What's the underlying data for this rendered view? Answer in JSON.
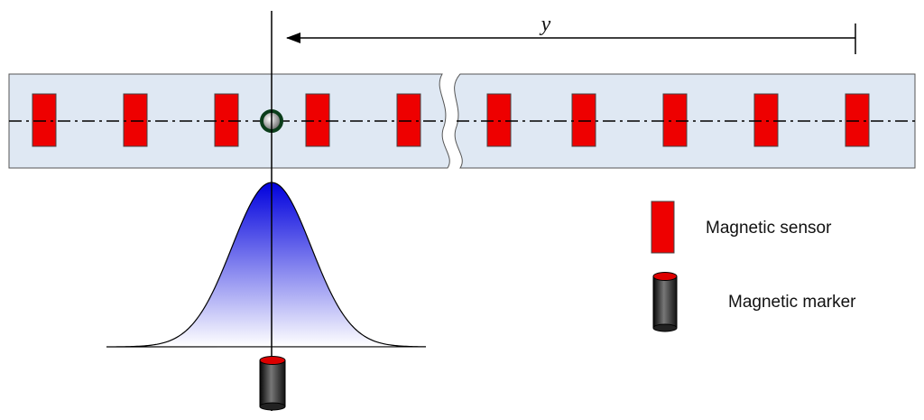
{
  "distance_label": "y",
  "legend": {
    "sensor_label": "Magnetic sensor",
    "marker_label": "Magnetic marker"
  },
  "colors": {
    "sensor_fill": "#ee0000",
    "strip_fill": "#dfe8f3",
    "curve_peak": "#0000dd",
    "marker_body": "#1a1a1a",
    "marker_top": "#dd0000",
    "ring": "#0b3d1a"
  },
  "sensor_count": 10
}
